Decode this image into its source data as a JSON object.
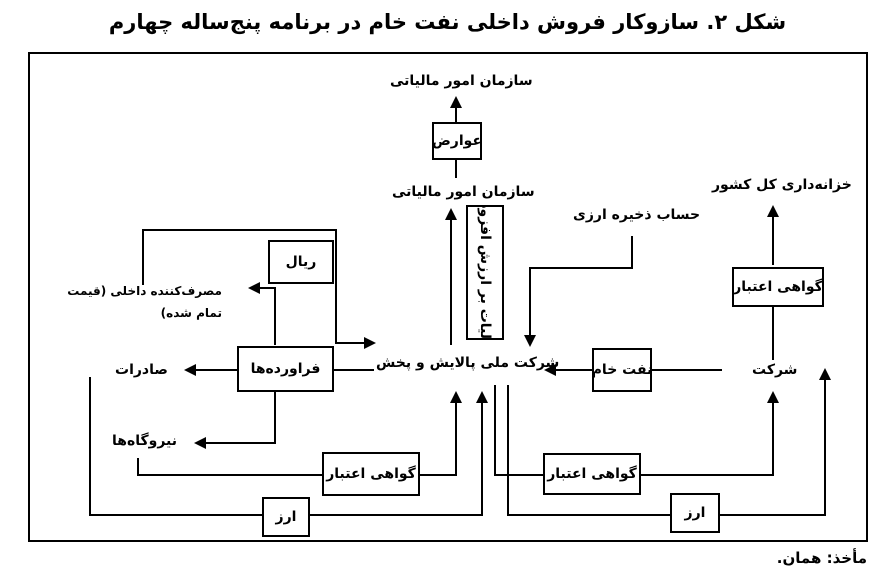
{
  "title": "شکل ۲. سازوکار فروش داخلی نفت خام در برنامه پنج‌ساله چهارم",
  "source": "مأخذ: همان.",
  "labels": {
    "tax_org_top": "سازمان امور مالیاتی",
    "tax_org_mid": "سازمان امور مالیاتی",
    "treasury": "خزانه‌داری کل کشور",
    "forex_reserve": "حساب ذخیره ارزی",
    "consumer": "مصرف‌کننده داخلی (قیمت تمام شده)",
    "nioc": "شرکت ملی پالایش و پخش",
    "company": "شرکت",
    "exports": "صادرات",
    "power_plants": "نیروگاه‌ها"
  },
  "boxes": {
    "duties": "عوارض",
    "vat": "مالیات بر ارزش افزوده",
    "rial": "ریال",
    "products": "فراورده‌ها",
    "crude_oil": "نفت خام",
    "credit_cert_right": "گواهی اعتبار",
    "credit_cert_bottom_left": "گواهی اعتبار",
    "credit_cert_bottom_right": "گواهی اعتبار",
    "currency_left": "ارز",
    "currency_right": "ارز"
  }
}
